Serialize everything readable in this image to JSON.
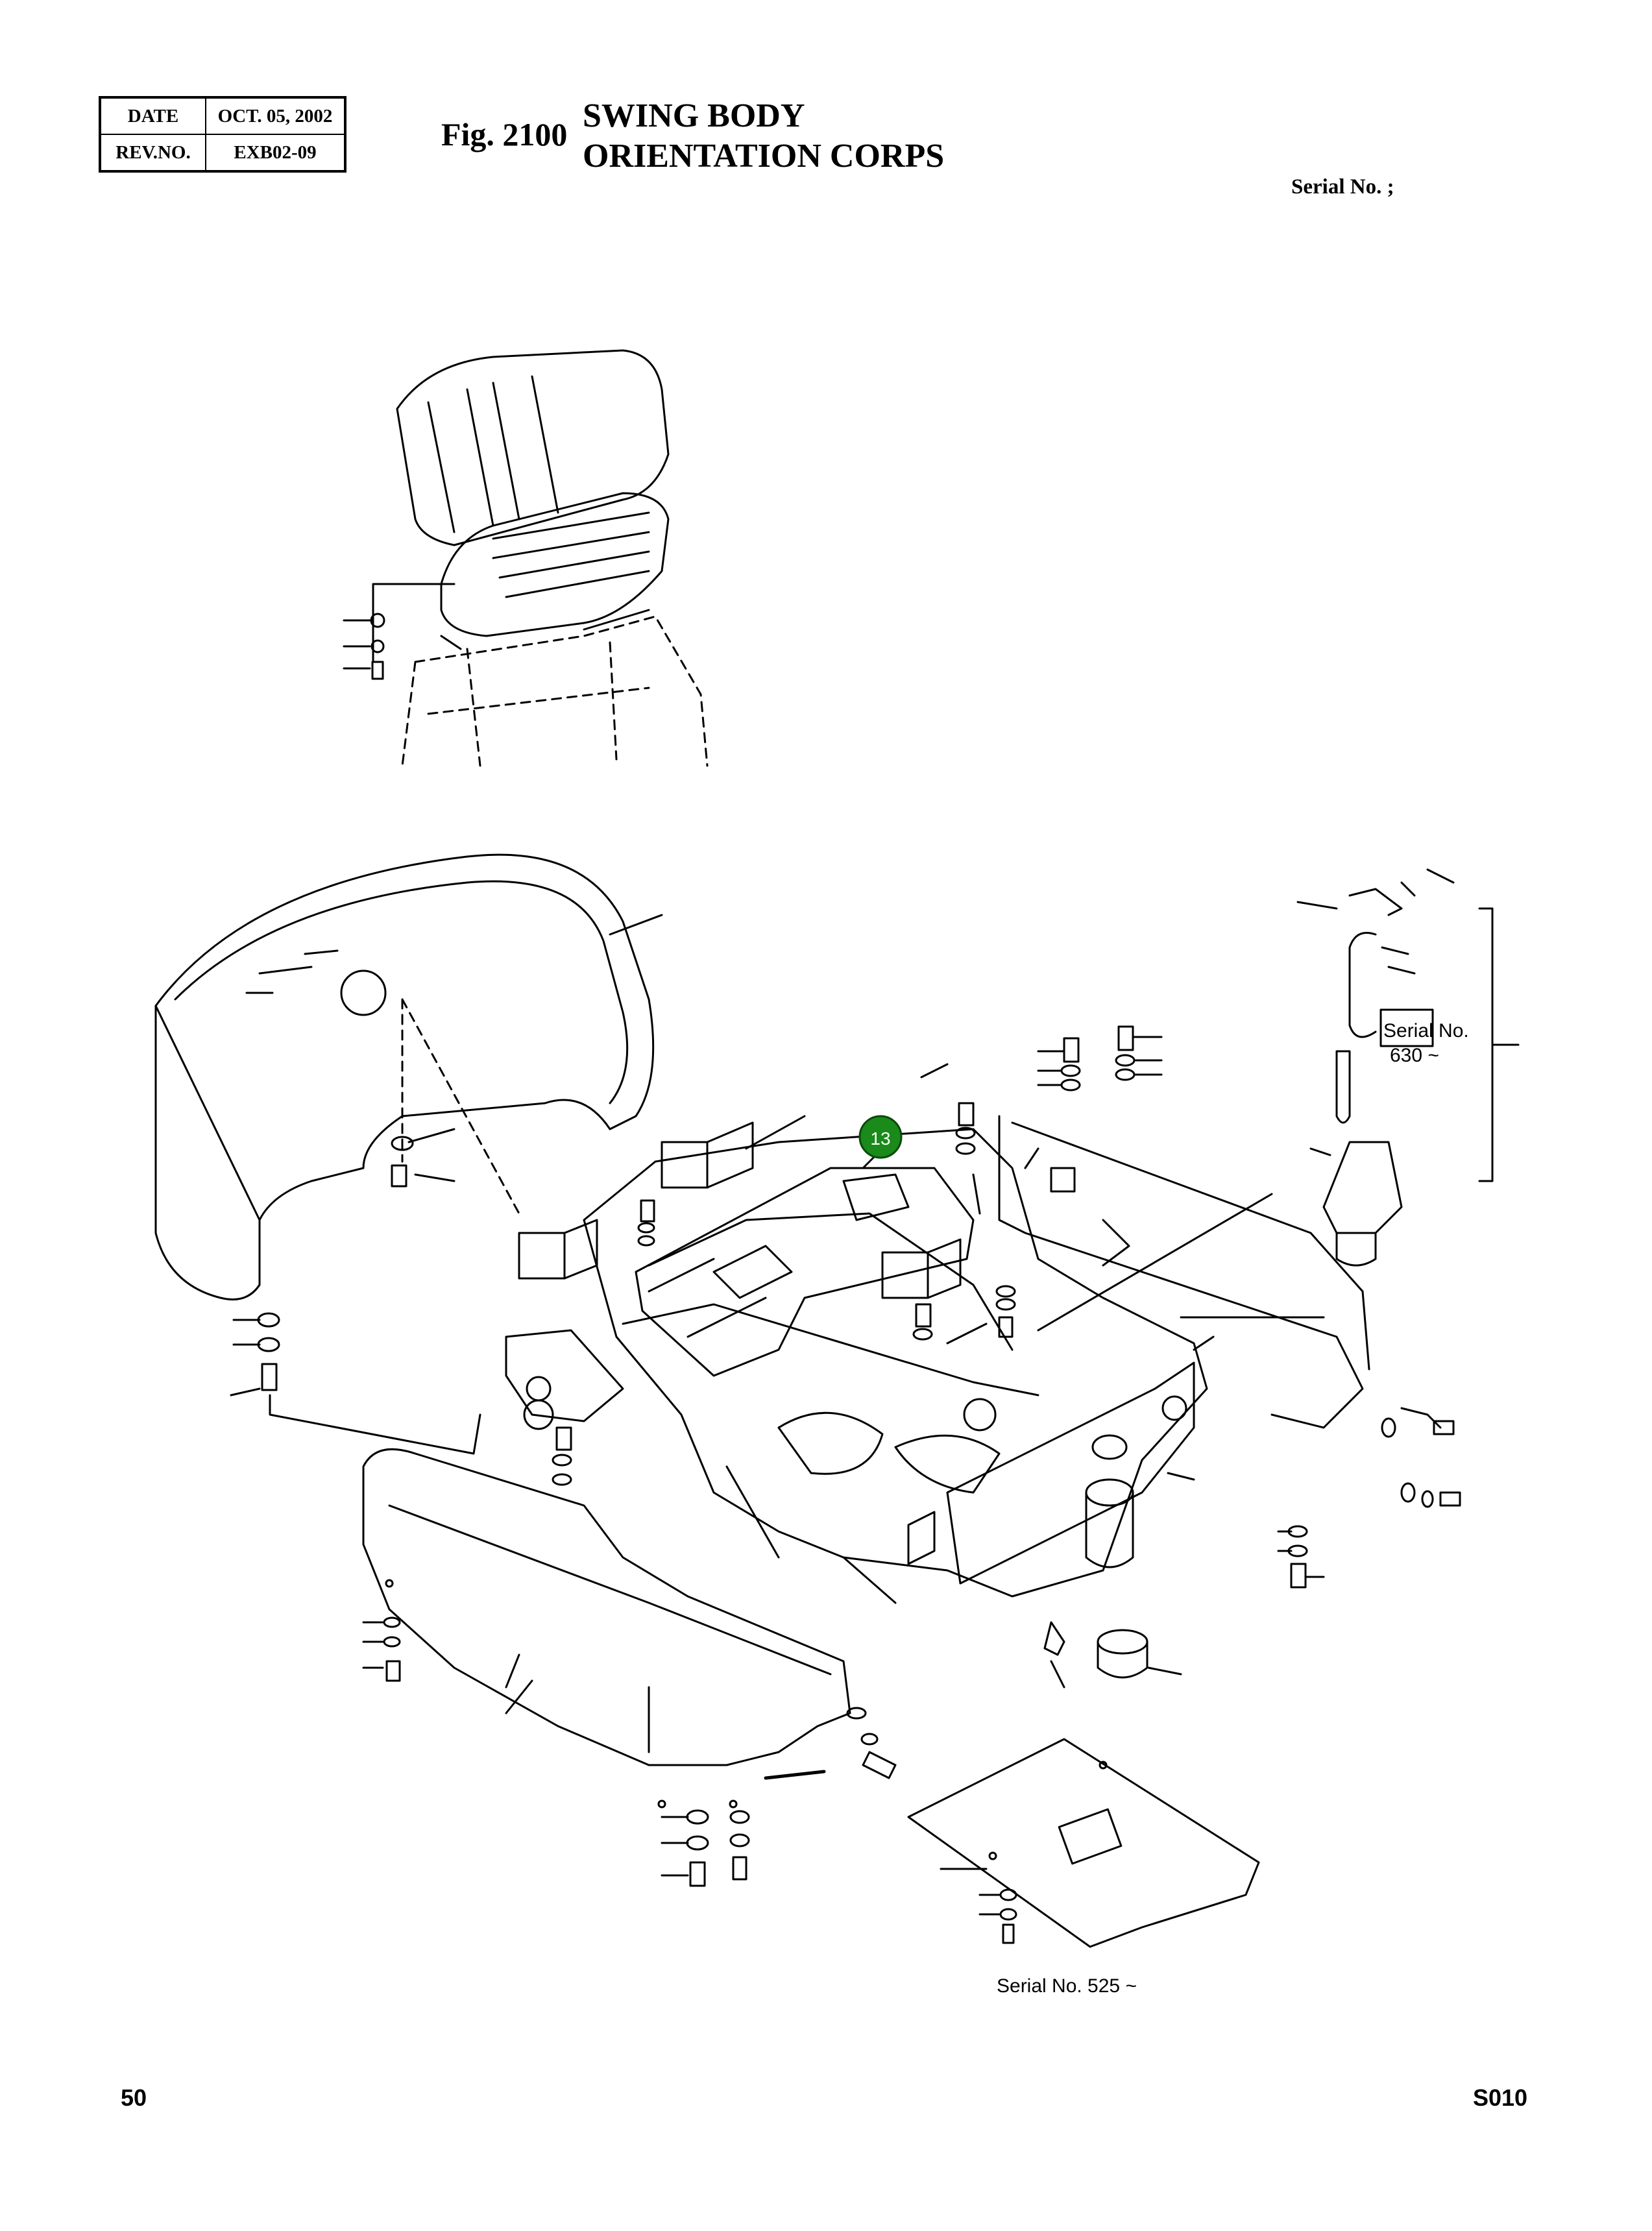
{
  "header": {
    "date_label": "DATE",
    "date_value": "OCT. 05, 2002",
    "rev_label": "REV.NO.",
    "rev_value": "EXB02-09",
    "fig_label": "Fig. 2100",
    "title_line1": "SWING BODY",
    "title_line2": "ORIENTATION CORPS",
    "serial_label": "Serial No. ;"
  },
  "diagram": {
    "callout_number": "13",
    "callout_color": "#1a8a1a",
    "serial_note_line1": "Serial No.",
    "serial_note_line2": "630 ~",
    "serial_note_bottom": "Serial No. 525 ~"
  },
  "footer": {
    "page_number": "50",
    "section_code": "S010"
  }
}
